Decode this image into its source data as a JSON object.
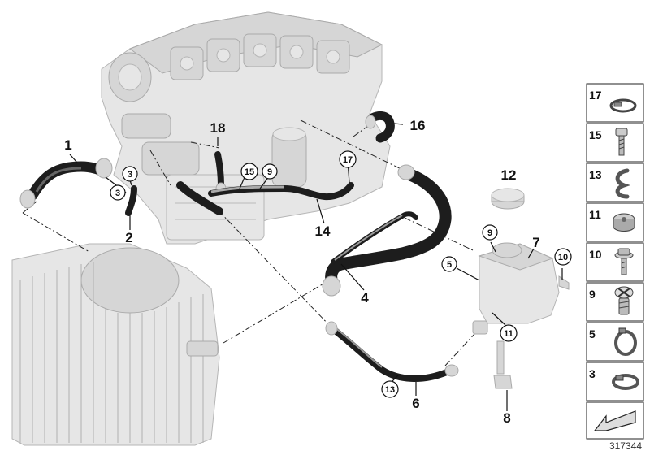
{
  "callouts": {
    "c1": "1",
    "c2": "2",
    "c3a": "3",
    "c3b": "3",
    "c4": "4",
    "c5": "5",
    "c6": "6",
    "c7": "7",
    "c8": "8",
    "c9a": "9",
    "c9b": "9",
    "c10": "10",
    "c11": "11",
    "c12": "12",
    "c13": "13",
    "c14": "14",
    "c15": "15",
    "c16": "16",
    "c17": "17",
    "c18": "18"
  },
  "side_panel": {
    "items": [
      "17",
      "15",
      "13",
      "11",
      "10",
      "9",
      "5",
      "3"
    ]
  },
  "reference_number": "317344"
}
